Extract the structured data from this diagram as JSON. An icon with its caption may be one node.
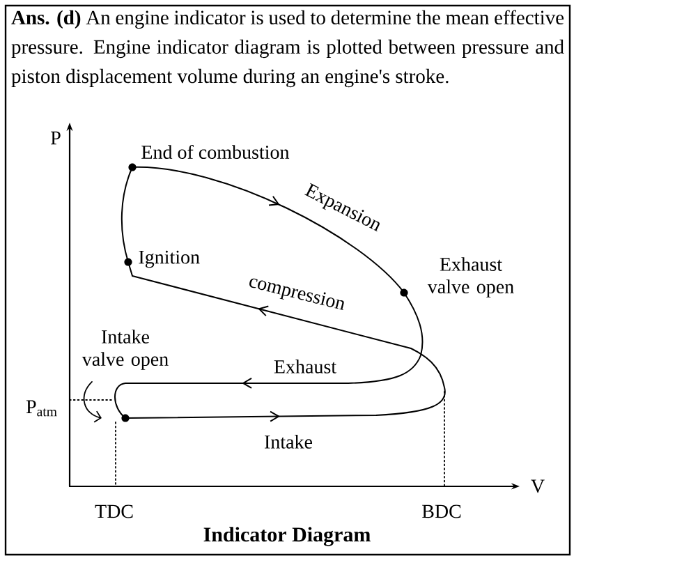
{
  "diagram": {
    "caption": "Indicator Diagram",
    "labels": [
      "**Ans. (d)** An engine indicator is used to determine the mean effective pressure. Engine indicator diagram is plotted between pressure and piston displacement volume during an engine's stroke.",
      "P",
      "End of combustion",
      "Expansion",
      "Ignition",
      "Exhaust valve open",
      "compression",
      "Intake valve open",
      "Exhaust",
      "P$_{atm}$",
      "Intake",
      "V",
      "TDC",
      "BDC"
    ]
  }
}
